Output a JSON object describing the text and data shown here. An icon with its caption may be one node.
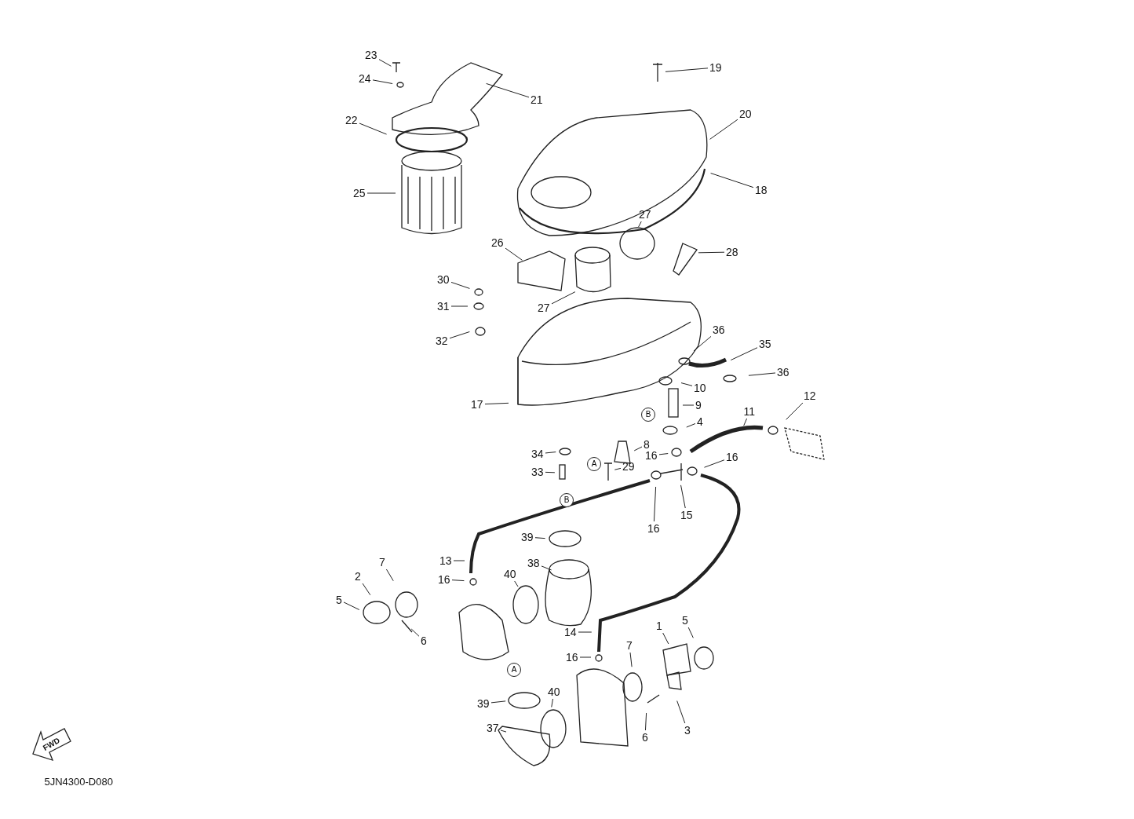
{
  "diagram": {
    "nodes": [
      {
        "text": [
          "23"
        ]
      },
      {
        "text": [
          "24"
        ]
      },
      {
        "text": [
          "21"
        ]
      },
      {
        "text": [
          "22"
        ]
      },
      {
        "text": [
          "19"
        ]
      },
      {
        "text": [
          "20"
        ]
      },
      {
        "text": [
          "25"
        ]
      },
      {
        "text": [
          "18"
        ]
      },
      {
        "text": [
          "27"
        ]
      },
      {
        "text": [
          "26"
        ]
      },
      {
        "text": [
          "28"
        ]
      },
      {
        "text": [
          "30"
        ]
      },
      {
        "text": [
          "31"
        ]
      },
      {
        "text": [
          "32"
        ]
      },
      {
        "text": [
          "27"
        ]
      },
      {
        "text": [
          "36"
        ]
      },
      {
        "text": [
          "35"
        ]
      },
      {
        "text": [
          "36"
        ]
      },
      {
        "text": [
          "10"
        ]
      },
      {
        "text": [
          "17"
        ]
      },
      {
        "text": [
          "9"
        ]
      },
      {
        "text": [
          "11"
        ]
      },
      {
        "text": [
          "12"
        ]
      },
      {
        "text": [
          "4"
        ]
      },
      {
        "text": [
          "8"
        ]
      },
      {
        "text": [
          "34"
        ]
      },
      {
        "text": [
          "16"
        ]
      },
      {
        "text": [
          "16"
        ]
      },
      {
        "text": [
          "29"
        ]
      },
      {
        "text": [
          "33"
        ]
      },
      {
        "text": [
          "15"
        ]
      },
      {
        "text": [
          "16"
        ]
      },
      {
        "text": [
          "39"
        ]
      },
      {
        "text": [
          "13"
        ]
      },
      {
        "text": [
          "7"
        ]
      },
      {
        "text": [
          "38"
        ]
      },
      {
        "text": [
          "16"
        ]
      },
      {
        "text": [
          "2"
        ]
      },
      {
        "text": [
          "40"
        ]
      },
      {
        "text": [
          "5"
        ]
      },
      {
        "text": [
          "6"
        ]
      },
      {
        "text": [
          "14"
        ]
      },
      {
        "text": [
          "1"
        ]
      },
      {
        "text": [
          "5"
        ]
      },
      {
        "text": [
          "7"
        ]
      },
      {
        "text": [
          "16"
        ]
      },
      {
        "text": [
          "39"
        ]
      },
      {
        "text": [
          "40"
        ]
      },
      {
        "text": [
          "6"
        ]
      },
      {
        "text": [
          "3"
        ]
      },
      {
        "text": [
          "37"
        ]
      }
    ],
    "edges": [
      {
        "from": 0,
        "to": null,
        "arrow": "none"
      },
      {
        "from": 1,
        "to": null,
        "arrow": "none"
      },
      {
        "from": 2,
        "to": null,
        "arrow": "none"
      },
      {
        "from": 3,
        "to": null,
        "arrow": "none"
      },
      {
        "from": 4,
        "to": null,
        "arrow": "none"
      },
      {
        "from": 5,
        "to": null,
        "arrow": "none"
      },
      {
        "from": 6,
        "to": null,
        "arrow": "none"
      },
      {
        "from": 7,
        "to": null,
        "arrow": "none"
      },
      {
        "from": 8,
        "to": null,
        "arrow": "none"
      },
      {
        "from": 9,
        "to": null,
        "arrow": "none"
      },
      {
        "from": 10,
        "to": null,
        "arrow": "none"
      },
      {
        "from": 11,
        "to": null,
        "arrow": "none"
      },
      {
        "from": 12,
        "to": null,
        "arrow": "none"
      },
      {
        "from": 13,
        "to": null,
        "arrow": "none"
      },
      {
        "from": 14,
        "to": null,
        "arrow": "none"
      },
      {
        "from": 15,
        "to": null,
        "arrow": "none"
      },
      {
        "from": 16,
        "to": null,
        "arrow": "none"
      },
      {
        "from": 17,
        "to": null,
        "arrow": "none"
      },
      {
        "from": 18,
        "to": null,
        "arrow": "none"
      },
      {
        "from": 19,
        "to": null,
        "arrow": "none"
      },
      {
        "from": 20,
        "to": null,
        "arrow": "none"
      },
      {
        "from": 21,
        "to": null,
        "arrow": "none"
      },
      {
        "from": 22,
        "to": null,
        "arrow": "none"
      },
      {
        "from": 23,
        "to": null,
        "arrow": "none"
      },
      {
        "from": 24,
        "to": null,
        "arrow": "none"
      },
      {
        "from": 25,
        "to": null,
        "arrow": "none"
      },
      {
        "from": 26,
        "to": null,
        "arrow": "none"
      },
      {
        "from": 27,
        "to": null,
        "arrow": "none"
      },
      {
        "from": 28,
        "to": null,
        "arrow": "none"
      },
      {
        "from": 29,
        "to": null,
        "arrow": "none"
      },
      {
        "from": 30,
        "to": null,
        "arrow": "none"
      },
      {
        "from": 31,
        "to": null,
        "arrow": "none"
      },
      {
        "from": 32,
        "to": null,
        "arrow": "none"
      },
      {
        "from": 33,
        "to": null,
        "arrow": "none"
      },
      {
        "from": 34,
        "to": null,
        "arrow": "none"
      },
      {
        "from": 35,
        "to": null,
        "arrow": "none"
      },
      {
        "from": 36,
        "to": null,
        "arrow": "none"
      },
      {
        "from": 37,
        "to": null,
        "arrow": "none"
      },
      {
        "from": 38,
        "to": null,
        "arrow": "none"
      },
      {
        "from": 39,
        "to": null,
        "arrow": "none"
      },
      {
        "from": 40,
        "to": null,
        "arrow": "none"
      },
      {
        "from": 41,
        "to": null,
        "arrow": "none"
      },
      {
        "from": 42,
        "to": null,
        "arrow": "none"
      },
      {
        "from": 43,
        "to": null,
        "arrow": "none"
      },
      {
        "from": 44,
        "to": null,
        "arrow": "none"
      },
      {
        "from": 45,
        "to": null,
        "arrow": "none"
      },
      {
        "from": 46,
        "to": null,
        "arrow": "none"
      },
      {
        "from": 47,
        "to": null,
        "arrow": "none"
      },
      {
        "from": 48,
        "to": null,
        "arrow": "none"
      },
      {
        "from": 49,
        "to": null,
        "arrow": "none"
      },
      {
        "from": 50,
        "to": null,
        "arrow": "none"
      }
    ],
    "labels": [
      "B",
      "A",
      "B",
      "A",
      "FWD",
      "5JN4300-D080"
    ]
  }
}
